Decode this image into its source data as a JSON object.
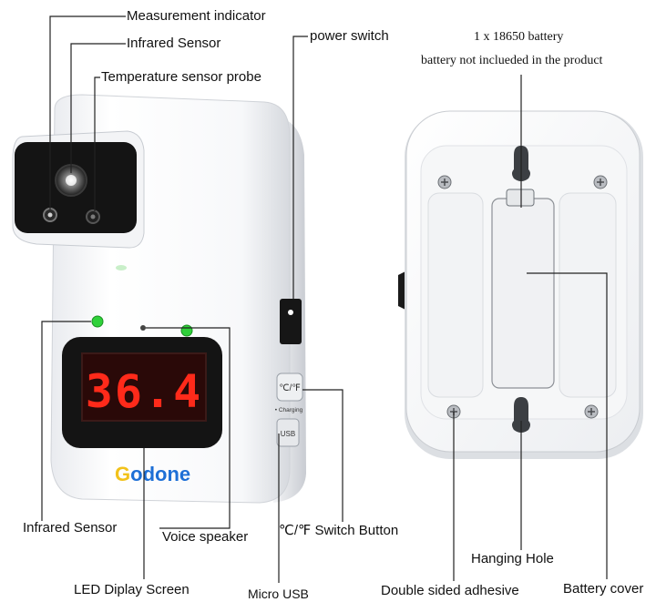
{
  "labels": {
    "measurement_indicator": "Measurement indicator",
    "infrared_sensor_top": "Infrared Sensor",
    "temperature_probe": "Temperature sensor probe",
    "power_switch": "power switch",
    "battery_line1": "1 x 18650 battery",
    "battery_line2": "battery not inclueded in the product",
    "infrared_sensor_bottom": "Infrared Sensor",
    "voice_speaker": "Voice speaker",
    "unit_switch": "℃/℉ Switch Button",
    "hanging_hole": "Hanging Hole",
    "led_screen": "LED Diplay Screen",
    "micro_usb": "Micro USB",
    "adhesive": "Double sided adhesive",
    "battery_cover": "Battery cover"
  },
  "device": {
    "display_value": "36.4",
    "brand": "Godone",
    "side_button_label": "℃/℉",
    "charging_label": "• Charging",
    "usb_label": "USB"
  },
  "colors": {
    "led_red": "#ff2a1a",
    "indicator_green": "#2fd13a",
    "brand_yellow": "#f2c21b",
    "brand_blue": "#1d6fd6"
  }
}
